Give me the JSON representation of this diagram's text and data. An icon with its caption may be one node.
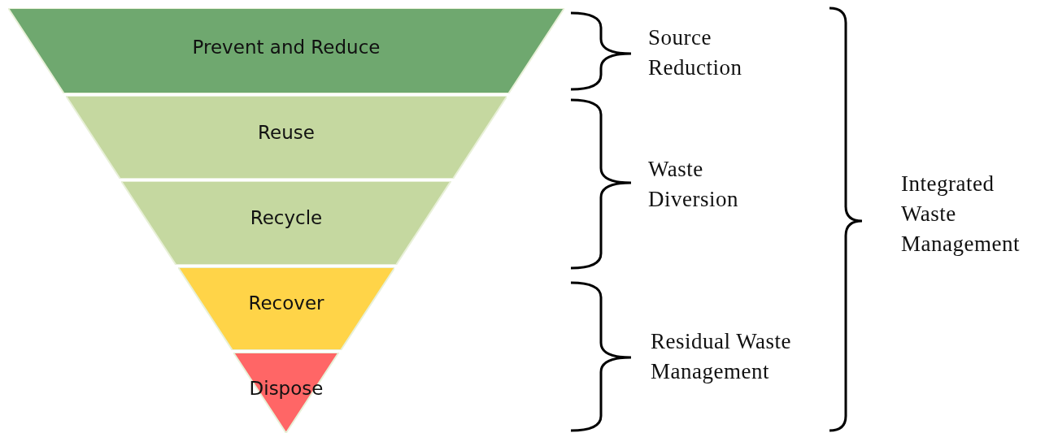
{
  "diagram": {
    "nodes": [
      {
        "text": [
          "Prevent and Reduce"
        ]
      },
      {
        "text": [
          "Reuse"
        ]
      },
      {
        "text": [
          "Recycle"
        ]
      },
      {
        "text": [
          "Recover"
        ]
      },
      {
        "text": [
          "Dispose"
        ]
      }
    ],
    "labels": [
      "Source Reduction",
      "Waste Diversion",
      "Residual Waste Management",
      "Integrated Waste Management"
    ]
  }
}
